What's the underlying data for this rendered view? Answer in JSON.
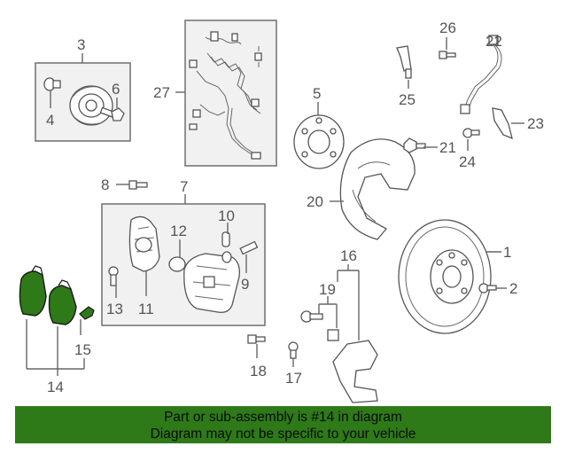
{
  "callouts": {
    "n1": "1",
    "n2": "2",
    "n3": "3",
    "n4": "4",
    "n5": "5",
    "n6": "6",
    "n7": "7",
    "n8": "8",
    "n9": "9",
    "n10": "10",
    "n11": "11",
    "n12": "12",
    "n13": "13",
    "n14": "14",
    "n15": "15",
    "n16": "16",
    "n17": "17",
    "n18": "18",
    "n19": "19",
    "n20": "20",
    "n21": "21",
    "n22": "22",
    "n23": "23",
    "n24": "24",
    "n25": "25",
    "n26": "26",
    "n27": "27"
  },
  "banner": {
    "line1": "Part or sub-assembly is #14 in diagram",
    "line2": "Diagram may not be specific to your vehicle"
  },
  "colors": {
    "banner_bg": "#2e7a18",
    "highlight_part": "#2e7a18",
    "box_fill": "#f1f1f1"
  }
}
